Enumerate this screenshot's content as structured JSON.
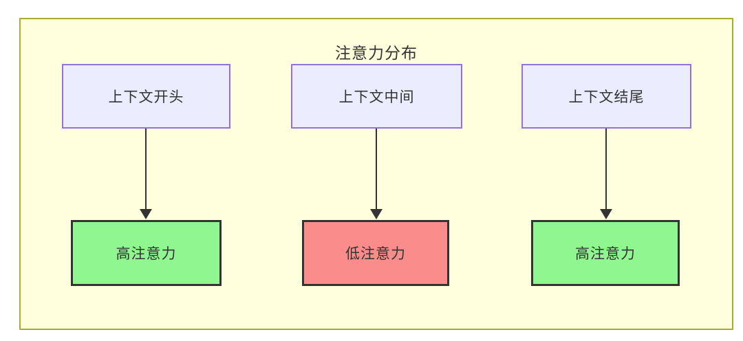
{
  "diagram": {
    "title": "注意力分布",
    "type": "flowchart",
    "colors": {
      "container_bg": "#ffffde",
      "container_border": "#aaaa33",
      "context_node_bg": "#ececff",
      "context_node_border": "#9370db",
      "high_attention_bg": "#90f790",
      "low_attention_bg": "#fa8c8c",
      "attention_node_border": "#333333",
      "arrow_color": "#333333",
      "text_color": "#333333"
    },
    "columns": [
      {
        "position": "left",
        "context_label": "上下文开头",
        "attention_label": "高注意力",
        "attention_level": "high"
      },
      {
        "position": "middle",
        "context_label": "上下文中间",
        "attention_label": "低注意力",
        "attention_level": "low"
      },
      {
        "position": "right",
        "context_label": "上下文结尾",
        "attention_label": "高注意力",
        "attention_level": "high"
      }
    ]
  }
}
